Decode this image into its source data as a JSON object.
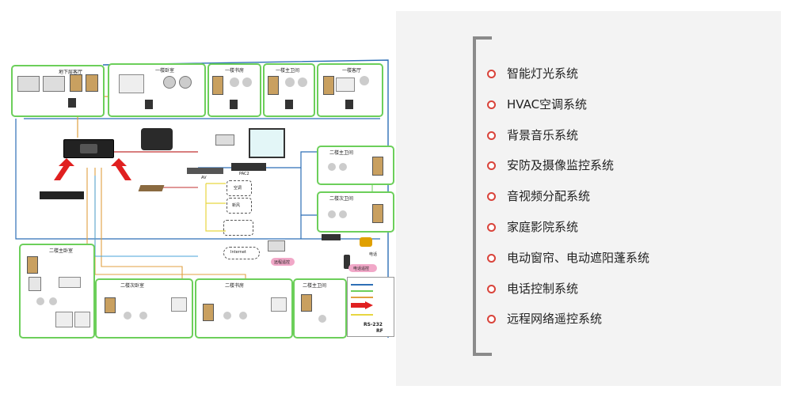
{
  "diagram": {
    "rooms": {
      "basement_living": "地下层客厅",
      "f1_bedroom": "一楼卧室",
      "f1_study": "一楼书房",
      "f1_master_bath": "一楼主卫间",
      "f1_living": "一楼客厅",
      "f2_master_bath": "二楼主卫间",
      "f2_guest_bath": "二楼次卫间",
      "f2_master_bedroom": "二楼主卧室",
      "f2_second_bedroom": "二楼次卧室",
      "f2_study": "二楼书房",
      "f2_master_bath_b": "二楼主卫间"
    },
    "labels": {
      "ac": "空调",
      "fresh_air": "新风",
      "av": "AV",
      "pac2": "PAC2",
      "internet": "Internet",
      "remote_control": "远程遥控",
      "phone": "电话",
      "phone_remote": "电话遥控"
    },
    "legend": {
      "rs232": "RS-232",
      "rf": "RF"
    }
  },
  "features": {
    "items": [
      "智能灯光系统",
      "HVAC空调系统",
      "背景音乐系统",
      "安防及摄像监控系统",
      "音视频分配系统",
      "家庭影院系统",
      "电动窗帘、电动遮阳蓬系统",
      "电话控制系统",
      "远程网络遥控系统"
    ]
  },
  "colors": {
    "room_border": "#6ccf5a",
    "bus_line": "#2d6fb6",
    "audio_line": "#e0a040",
    "alert_arrow": "#e02020",
    "bullet": "#d9433a",
    "bracket": "#8a8a8a",
    "panel_bg": "#f3f3f3"
  }
}
